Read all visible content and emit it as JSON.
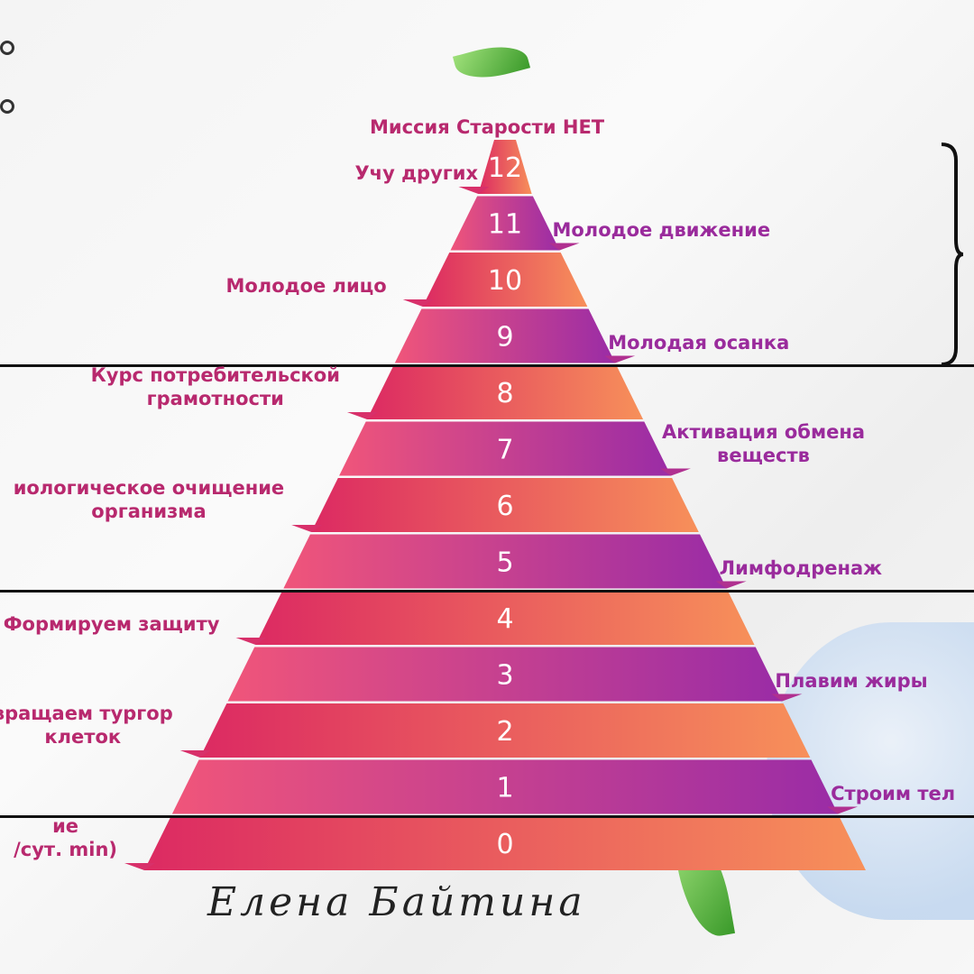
{
  "title": "Миссия Старости НЕТ",
  "signature": "Елена Байтина",
  "colors": {
    "pink": "#e8386a",
    "orange": "#f58a50",
    "purple": "#9b2fa8",
    "label_left": "#b8296e",
    "label_right": "#9a2b9c"
  },
  "levels": [
    {
      "number": "0",
      "label": "ие\n/сут. min)",
      "side": "left"
    },
    {
      "number": "1",
      "label": "Строим тел",
      "side": "right"
    },
    {
      "number": "2",
      "label": "вращаем тургор\nклеток",
      "side": "left"
    },
    {
      "number": "3",
      "label": "Плавим жиры",
      "side": "right"
    },
    {
      "number": "4",
      "label": "Формируем защиту",
      "side": "left"
    },
    {
      "number": "5",
      "label": "Лимфодренаж",
      "side": "right"
    },
    {
      "number": "6",
      "label": "иологическое очищение\nорганизма",
      "side": "left"
    },
    {
      "number": "7",
      "label": "Активация обмена\nвеществ",
      "side": "right"
    },
    {
      "number": "8",
      "label": "Курс потребительской\nграмотности",
      "side": "left"
    },
    {
      "number": "9",
      "label": "Молодая осанка",
      "side": "right"
    },
    {
      "number": "10",
      "label": "Молодое лицо",
      "side": "left"
    },
    {
      "number": "11",
      "label": "Молодое движение",
      "side": "right"
    },
    {
      "number": "12",
      "label": "Учу других",
      "side": "left"
    }
  ]
}
